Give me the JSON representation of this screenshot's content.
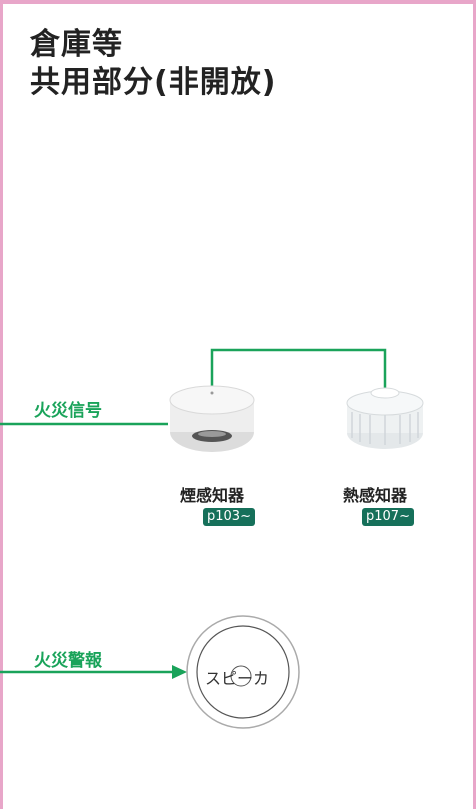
{
  "title": {
    "line1": "倉庫等",
    "line2": "共用部分(非開放)"
  },
  "signals": {
    "fire_signal": "火災信号",
    "fire_alarm": "火災警報"
  },
  "devices": {
    "smoke_detector": {
      "label": "煙感知器",
      "ref": "p103~"
    },
    "heat_detector": {
      "label": "熱感知器",
      "ref": "p107~"
    },
    "speaker": {
      "label": "スピーカ"
    }
  },
  "colors": {
    "frame": "#e8a6c9",
    "accent": "#1aa35a",
    "badge": "#16705a"
  }
}
